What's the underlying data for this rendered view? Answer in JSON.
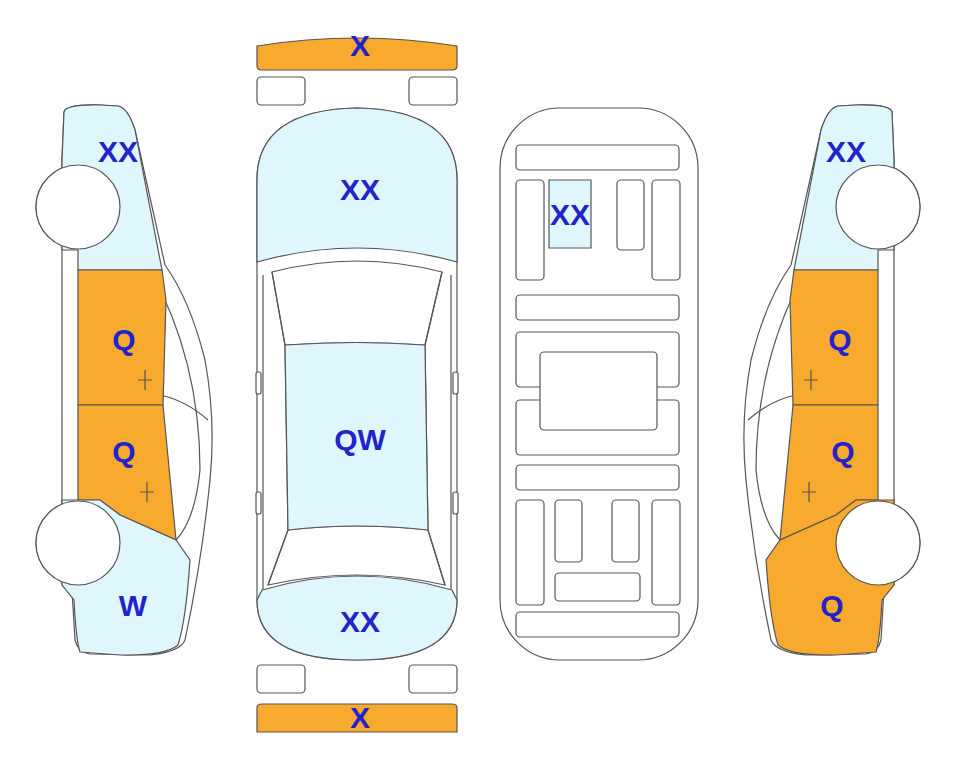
{
  "diagram": {
    "nodes": [
      {
        "text": [
          "X"
        ]
      },
      {
        "text": [
          "XX"
        ]
      },
      {
        "text": [
          "XX"
        ]
      },
      {
        "text": [
          "XX"
        ]
      },
      {
        "text": [
          "XX"
        ]
      },
      {
        "text": [
          "Q"
        ]
      },
      {
        "text": [
          "Q"
        ]
      },
      {
        "text": [
          "QW"
        ]
      },
      {
        "text": [
          "Q"
        ]
      },
      {
        "text": [
          "Q"
        ]
      },
      {
        "text": [
          "W"
        ]
      },
      {
        "text": [
          "Q"
        ]
      },
      {
        "text": [
          "XX"
        ]
      },
      {
        "text": [
          "X"
        ]
      }
    ]
  }
}
